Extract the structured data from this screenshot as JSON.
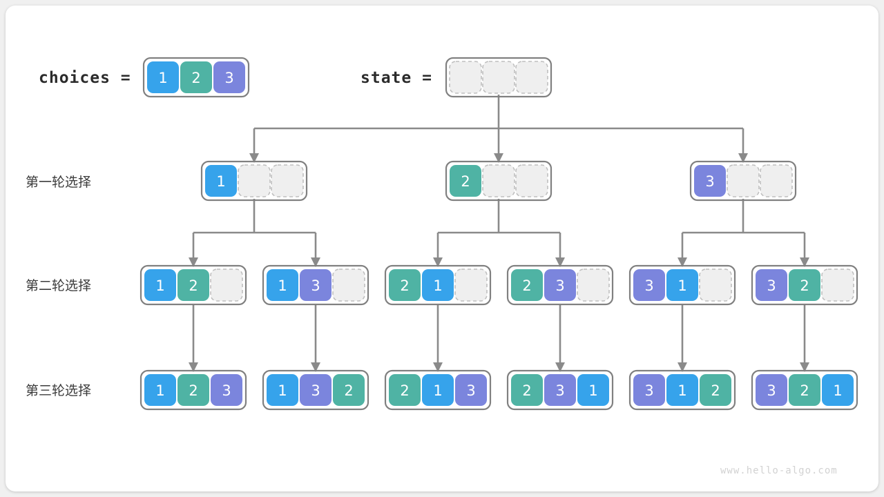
{
  "page": {
    "background": "#f0f0f0",
    "card_background": "#ffffff",
    "watermark": "www.hello-algo.com"
  },
  "colors": {
    "blue": "#36a3eb",
    "green": "#4fb3a4",
    "purple": "#7b85dd",
    "empty_fill": "#efefef",
    "empty_stroke": "#bfbfbf",
    "box_stroke": "#808080",
    "connector": "#8a8a8a",
    "text_dark": "#2b2b2b",
    "watermark_color": "#d2d2d2"
  },
  "header": {
    "choices_label": "choices =",
    "state_label": "state =",
    "choices_values": [
      "1",
      "2",
      "3"
    ],
    "state_values": [
      "",
      "",
      ""
    ]
  },
  "row_labels": {
    "round1": "第一轮选择",
    "round2": "第二轮选择",
    "round3": "第三轮选择"
  },
  "tree": {
    "round1": [
      {
        "cells": [
          "1",
          "",
          ""
        ]
      },
      {
        "cells": [
          "2",
          "",
          ""
        ]
      },
      {
        "cells": [
          "3",
          "",
          ""
        ]
      }
    ],
    "round2": [
      {
        "cells": [
          "1",
          "2",
          ""
        ]
      },
      {
        "cells": [
          "1",
          "3",
          ""
        ]
      },
      {
        "cells": [
          "2",
          "1",
          ""
        ]
      },
      {
        "cells": [
          "2",
          "3",
          ""
        ]
      },
      {
        "cells": [
          "3",
          "1",
          ""
        ]
      },
      {
        "cells": [
          "3",
          "2",
          ""
        ]
      }
    ],
    "round3": [
      {
        "cells": [
          "1",
          "2",
          "3"
        ]
      },
      {
        "cells": [
          "1",
          "3",
          "2"
        ]
      },
      {
        "cells": [
          "2",
          "1",
          "3"
        ]
      },
      {
        "cells": [
          "2",
          "3",
          "1"
        ]
      },
      {
        "cells": [
          "3",
          "1",
          "2"
        ]
      },
      {
        "cells": [
          "3",
          "2",
          "1"
        ]
      }
    ]
  }
}
